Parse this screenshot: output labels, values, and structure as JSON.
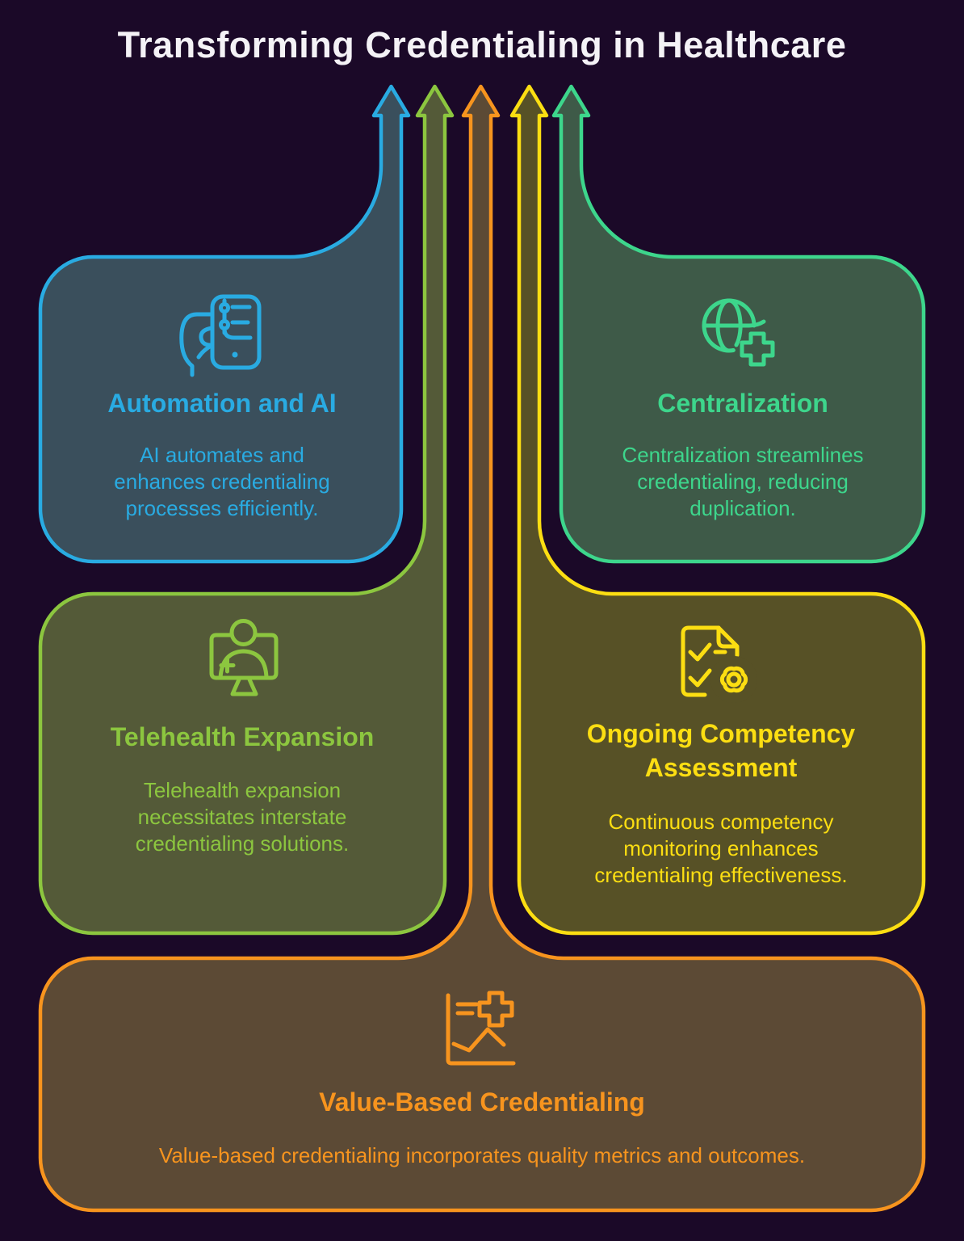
{
  "title": "Transforming Credentialing in Healthcare",
  "background_color": "#1B0928",
  "title_color": "#F4F2F6",
  "cards": [
    {
      "id": "automation-ai",
      "title": "Automation and AI",
      "description": "AI automates and enhances credentialing processes efficiently.",
      "color": "#29ABE2",
      "fill": "#3A4F5C",
      "icon": "hand-holding-phone-flowchart-icon",
      "position": "top-left"
    },
    {
      "id": "centralization",
      "title": "Centralization",
      "description": "Centralization streamlines credentialing, reducing duplication.",
      "color": "#3DD68C",
      "fill": "#3E5A48",
      "icon": "globe-medical-cross-icon",
      "position": "top-right"
    },
    {
      "id": "telehealth-expansion",
      "title": "Telehealth Expansion",
      "description": "Telehealth expansion necessitates interstate credentialing solutions.",
      "color": "#8CC63F",
      "fill": "#545A38",
      "icon": "telehealth-monitor-doctor-icon",
      "position": "middle-left"
    },
    {
      "id": "ongoing-competency-assessment",
      "title": "Ongoing Competency Assessment",
      "description": "Continuous competency monitoring enhances credentialing effectiveness.",
      "color": "#FCDE12",
      "fill": "#575126",
      "icon": "checklist-document-gear-icon",
      "position": "middle-right"
    },
    {
      "id": "value-based-credentialing",
      "title": "Value-Based Credentialing",
      "description": "Value-based credentialing incorporates quality metrics and outcomes.",
      "color": "#F7941E",
      "fill": "#5C4A35",
      "icon": "chart-medical-cross-icon",
      "position": "bottom"
    }
  ],
  "flow_arrows": [
    {
      "direction": "up",
      "color": "#29ABE2",
      "from": "automation-ai"
    },
    {
      "direction": "up",
      "color": "#8CC63F",
      "from": "telehealth-expansion"
    },
    {
      "direction": "up",
      "color": "#F7941E",
      "from": "value-based-credentialing"
    },
    {
      "direction": "up",
      "color": "#FCDE12",
      "from": "ongoing-competency-assessment"
    },
    {
      "direction": "up",
      "color": "#3DD68C",
      "from": "centralization"
    }
  ]
}
